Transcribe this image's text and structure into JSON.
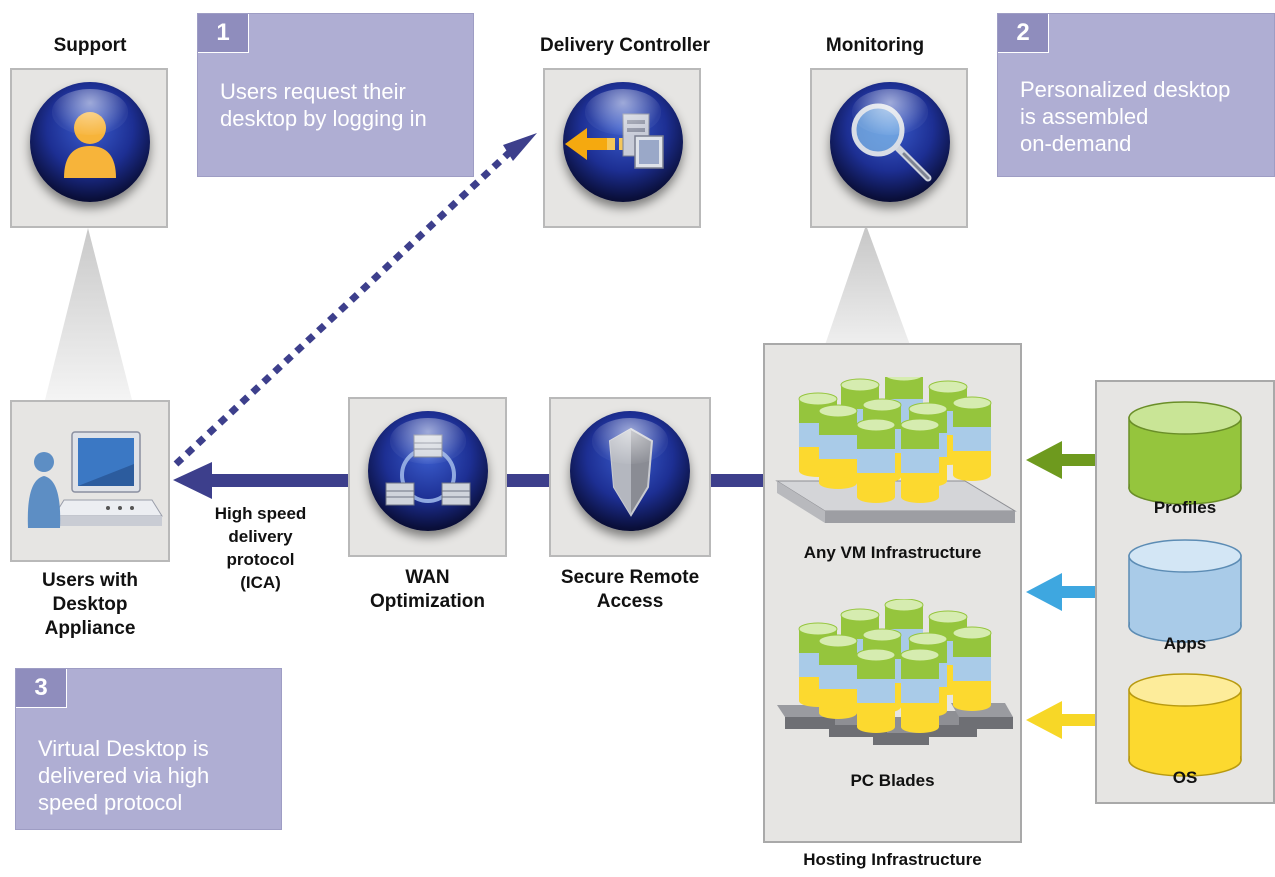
{
  "nodes": {
    "support": "Support",
    "delivery_controller": "Delivery Controller",
    "monitoring": "Monitoring",
    "users": "Users with\nDesktop\nAppliance",
    "wan": "WAN\nOptimization",
    "secure_access": "Secure Remote\nAccess",
    "hosting": "Hosting Infrastructure",
    "any_vm": "Any VM Infrastructure",
    "pc_blades": "PC Blades",
    "profiles": "Profiles",
    "apps": "Apps",
    "os": "OS"
  },
  "protocol_label": "High speed\ndelivery\nprotocol\n(ICA)",
  "notes": [
    {
      "num": "1",
      "text": "Users request their\ndesktop by logging in"
    },
    {
      "num": "2",
      "text": "Personalized desktop\nis assembled\non-demand"
    },
    {
      "num": "3",
      "text": "Virtual Desktop is\ndelivered via high\n speed protocol"
    }
  ],
  "colors": {
    "note_bg": "#afaed3",
    "note_tab": "#8f8dbd",
    "flow_line": "#3d3f8c",
    "profiles": "#95c53d",
    "apps": "#a9cbe8",
    "os": "#fcd92f",
    "arrow_green": "#6e9a1e",
    "arrow_blue": "#3ea7e0",
    "arrow_yellow": "#f7d727"
  }
}
